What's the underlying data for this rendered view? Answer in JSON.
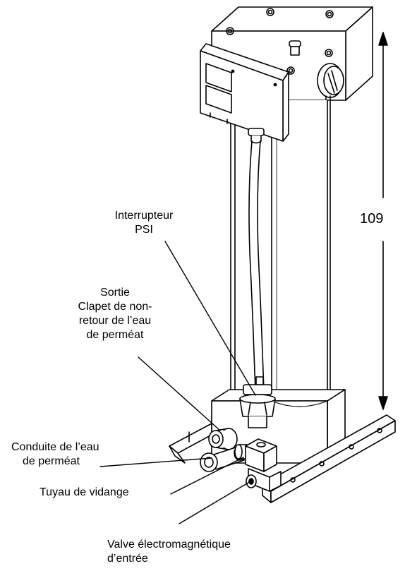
{
  "dimension": {
    "value": "109"
  },
  "labels": {
    "psi_switch": [
      "Interrupteur",
      "PSI"
    ],
    "permeate_outlet": [
      "Sortie",
      "Clapet de non-",
      "retour de l’eau",
      "de perméat"
    ],
    "permeate_line": [
      "Conduite de l’eau",
      "de perméat"
    ],
    "drain_pipe": [
      "Tuyau de vidange"
    ],
    "inlet_valve": [
      "Valve électromagnétique",
      "d’entrée"
    ]
  }
}
